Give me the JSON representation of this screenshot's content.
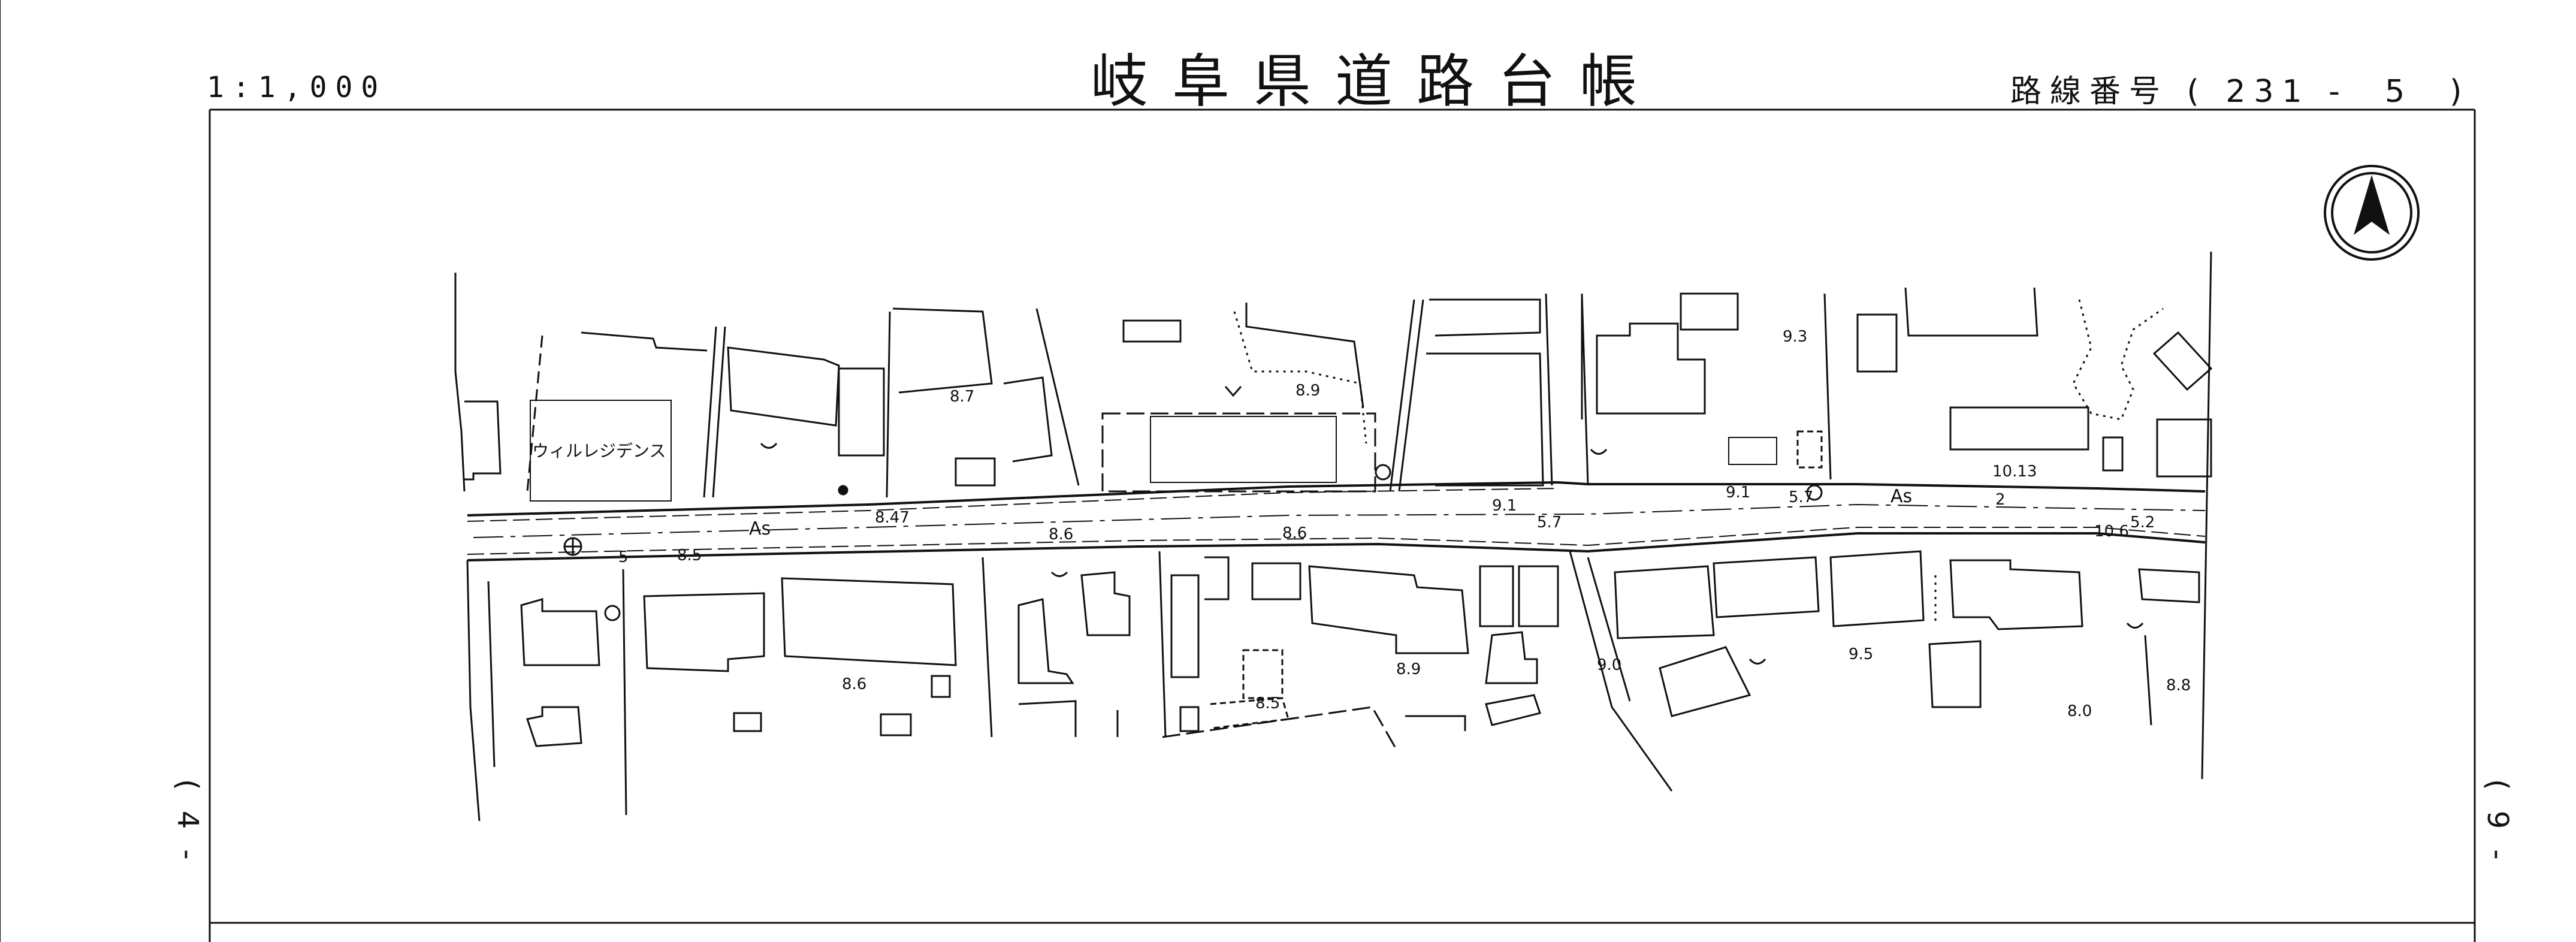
{
  "sheet": {
    "title": "岐阜県道路台帳",
    "scale": "1:1,000",
    "route_label": "路線番号 ( 231 -  5  )",
    "prev_sheet": "(4-",
    "next_sheet": "(9-"
  },
  "map": {
    "building_name": "ウィルレジデンス",
    "pavement_labels": [
      "As",
      "As"
    ],
    "spot_heights": [
      "8.7",
      "8.9",
      "9.3",
      "8.47",
      "8.6",
      "8.6",
      "9.1",
      "9.1",
      "10.13",
      "10.6",
      "8.5",
      "8.6",
      "8.9",
      "8.5",
      "9.0",
      "9.5",
      "8.0",
      "8.8"
    ],
    "width_marks": [
      "5",
      "5.7",
      "5.7",
      "5.2",
      "2"
    ],
    "north_arrow": "north-arrow-icon",
    "line_color": "#111111"
  }
}
